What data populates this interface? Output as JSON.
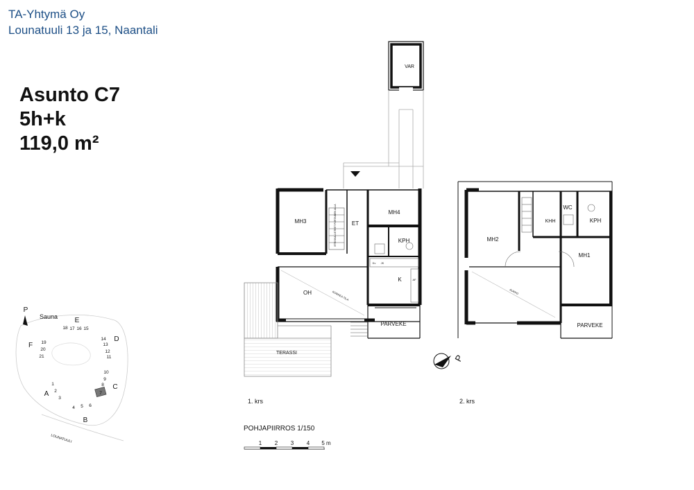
{
  "header": {
    "company": "TA-Yhtymä Oy",
    "address": "Lounatuuli 13 ja 15, Naantali"
  },
  "apartment": {
    "name": "Asunto C7",
    "type": "5h+k",
    "area": "119,0 m²"
  },
  "floor1": {
    "caption": "1. krs",
    "rooms": {
      "var": "VAR",
      "mh3": "MH3",
      "et": "ET",
      "mh4": "MH4",
      "kph": "KPH",
      "oh": "OH",
      "k": "K",
      "parveke": "PARVEKE",
      "terassi": "TERASSI",
      "stair_note": "ETEISKALUSTEET PORTAIDEN ALLA",
      "korkea_tila": "KORKEA TILA",
      "kv": "Kv",
      "jk": "JK",
      "af": "AF"
    }
  },
  "floor2": {
    "caption": "2. krs",
    "rooms": {
      "mh2": "MH2",
      "khh": "KHH",
      "wc": "WC",
      "kph": "KPH",
      "mh1": "MH1",
      "aukko": "AUKKO",
      "parveke": "PARVEKE"
    }
  },
  "north_label": "P",
  "scale": {
    "title": "POHJAPIIRROS 1/150",
    "ticks": [
      "1",
      "2",
      "3",
      "4",
      "5 m"
    ]
  },
  "site_map": {
    "north": "P",
    "street": "LOUNATUULI",
    "sauna": "Sauna",
    "buildings": [
      "A",
      "B",
      "C",
      "D",
      "E",
      "F"
    ],
    "units": [
      "1",
      "2",
      "3",
      "4",
      "5",
      "6",
      "7",
      "8",
      "9",
      "10",
      "11",
      "12",
      "13",
      "14",
      "15",
      "16",
      "17",
      "18",
      "19",
      "20",
      "21"
    ],
    "highlighted_unit": "7"
  }
}
